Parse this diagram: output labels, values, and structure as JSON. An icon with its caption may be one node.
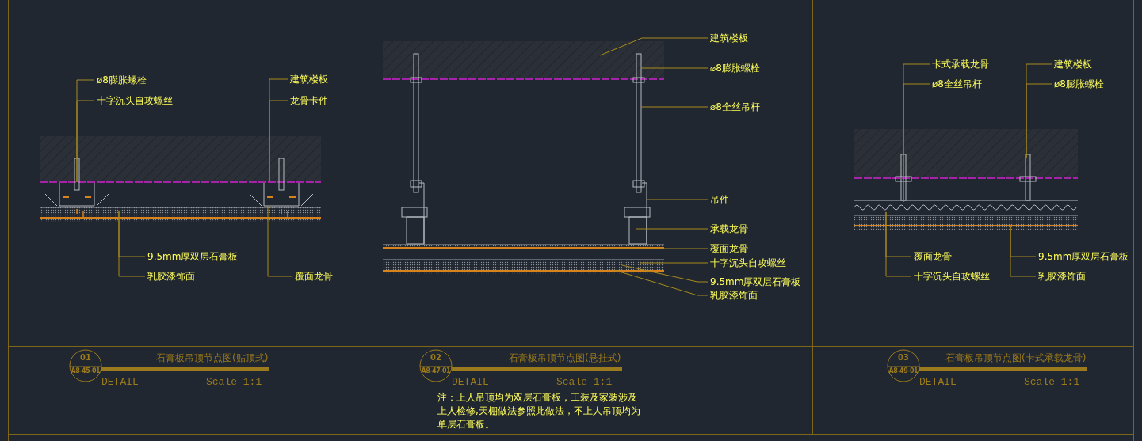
{
  "diagram": {
    "nodes": [
      {
        "text": [
          "ø8膨胀螺栓"
        ]
      },
      {
        "text": [
          "十字沉头自攻螺丝"
        ]
      },
      {
        "text": [
          "建筑楼板"
        ]
      },
      {
        "text": [
          "龙骨卡件"
        ]
      },
      {
        "text": [
          "9.5mm厚双层石膏板"
        ]
      },
      {
        "text": [
          "乳胶漆饰面"
        ]
      },
      {
        "text": [
          "覆面龙骨"
        ]
      },
      {
        "text": [
          "建筑楼板"
        ]
      },
      {
        "text": [
          "⌀8膨胀螺栓"
        ]
      },
      {
        "text": [
          "⌀8全丝吊杆"
        ]
      },
      {
        "text": [
          "吊件"
        ]
      },
      {
        "text": [
          "承载龙骨"
        ]
      },
      {
        "text": [
          "覆面龙骨"
        ]
      },
      {
        "text": [
          "十字沉头自攻螺丝"
        ]
      },
      {
        "text": [
          "9.5mm厚双层石膏板"
        ]
      },
      {
        "text": [
          "乳胶漆饰面"
        ]
      },
      {
        "text": [
          "卡式承载龙骨"
        ]
      },
      {
        "text": [
          "ø8全丝吊杆"
        ]
      },
      {
        "text": [
          "建筑楼板"
        ]
      },
      {
        "text": [
          "ø8膨胀螺栓"
        ]
      },
      {
        "text": [
          "覆面龙骨"
        ]
      },
      {
        "text": [
          "9.5mm厚双层石膏板"
        ]
      },
      {
        "text": [
          "十字沉头自攻螺丝"
        ]
      },
      {
        "text": [
          "乳胶漆饰面"
        ]
      }
    ],
    "edges": [
      {
        "from": 0,
        "to": null,
        "arrow": "none"
      },
      {
        "from": 1,
        "to": null,
        "arrow": "none"
      },
      {
        "from": 2,
        "to": null,
        "arrow": "none"
      },
      {
        "from": 3,
        "to": null,
        "arrow": "none"
      },
      {
        "from": 4,
        "to": null,
        "arrow": "none"
      },
      {
        "from": 5,
        "to": null,
        "arrow": "none"
      },
      {
        "from": 6,
        "to": null,
        "arrow": "none"
      },
      {
        "from": 7,
        "to": null,
        "arrow": "none"
      },
      {
        "from": 8,
        "to": null,
        "arrow": "none"
      },
      {
        "from": 9,
        "to": null,
        "arrow": "none"
      },
      {
        "from": 10,
        "to": null,
        "arrow": "none"
      },
      {
        "from": 11,
        "to": null,
        "arrow": "none"
      },
      {
        "from": 12,
        "to": null,
        "arrow": "none"
      },
      {
        "from": 13,
        "to": null,
        "arrow": "none"
      },
      {
        "from": 14,
        "to": null,
        "arrow": "none"
      },
      {
        "from": 15,
        "to": null,
        "arrow": "none"
      },
      {
        "from": 16,
        "to": null,
        "arrow": "none"
      },
      {
        "from": 17,
        "to": null,
        "arrow": "none"
      },
      {
        "from": 18,
        "to": null,
        "arrow": "none"
      },
      {
        "from": 19,
        "to": null,
        "arrow": "none"
      },
      {
        "from": 20,
        "to": null,
        "arrow": "none"
      },
      {
        "from": 21,
        "to": null,
        "arrow": "none"
      },
      {
        "from": 22,
        "to": null,
        "arrow": "none"
      },
      {
        "from": 23,
        "to": null,
        "arrow": "none"
      }
    ],
    "labels": [
      "石膏板吊顶节点图(贴顶式)",
      "01",
      "A8-45-01",
      "DETAIL",
      "Scale 1:1",
      "石膏板吊顶节点图(悬挂式)",
      "02",
      "A8-47-01",
      "DETAIL",
      "Scale 1:1",
      "注：上人吊顶均为双层石膏板，工装及家装涉及上人检修,天棚做法参照此做法，不上人吊顶均为单层石膏板。",
      "石膏板吊顶节点图(卡式承载龙骨)",
      "03",
      "A8-49-01",
      "DETAIL",
      "Scale 1:1"
    ]
  }
}
